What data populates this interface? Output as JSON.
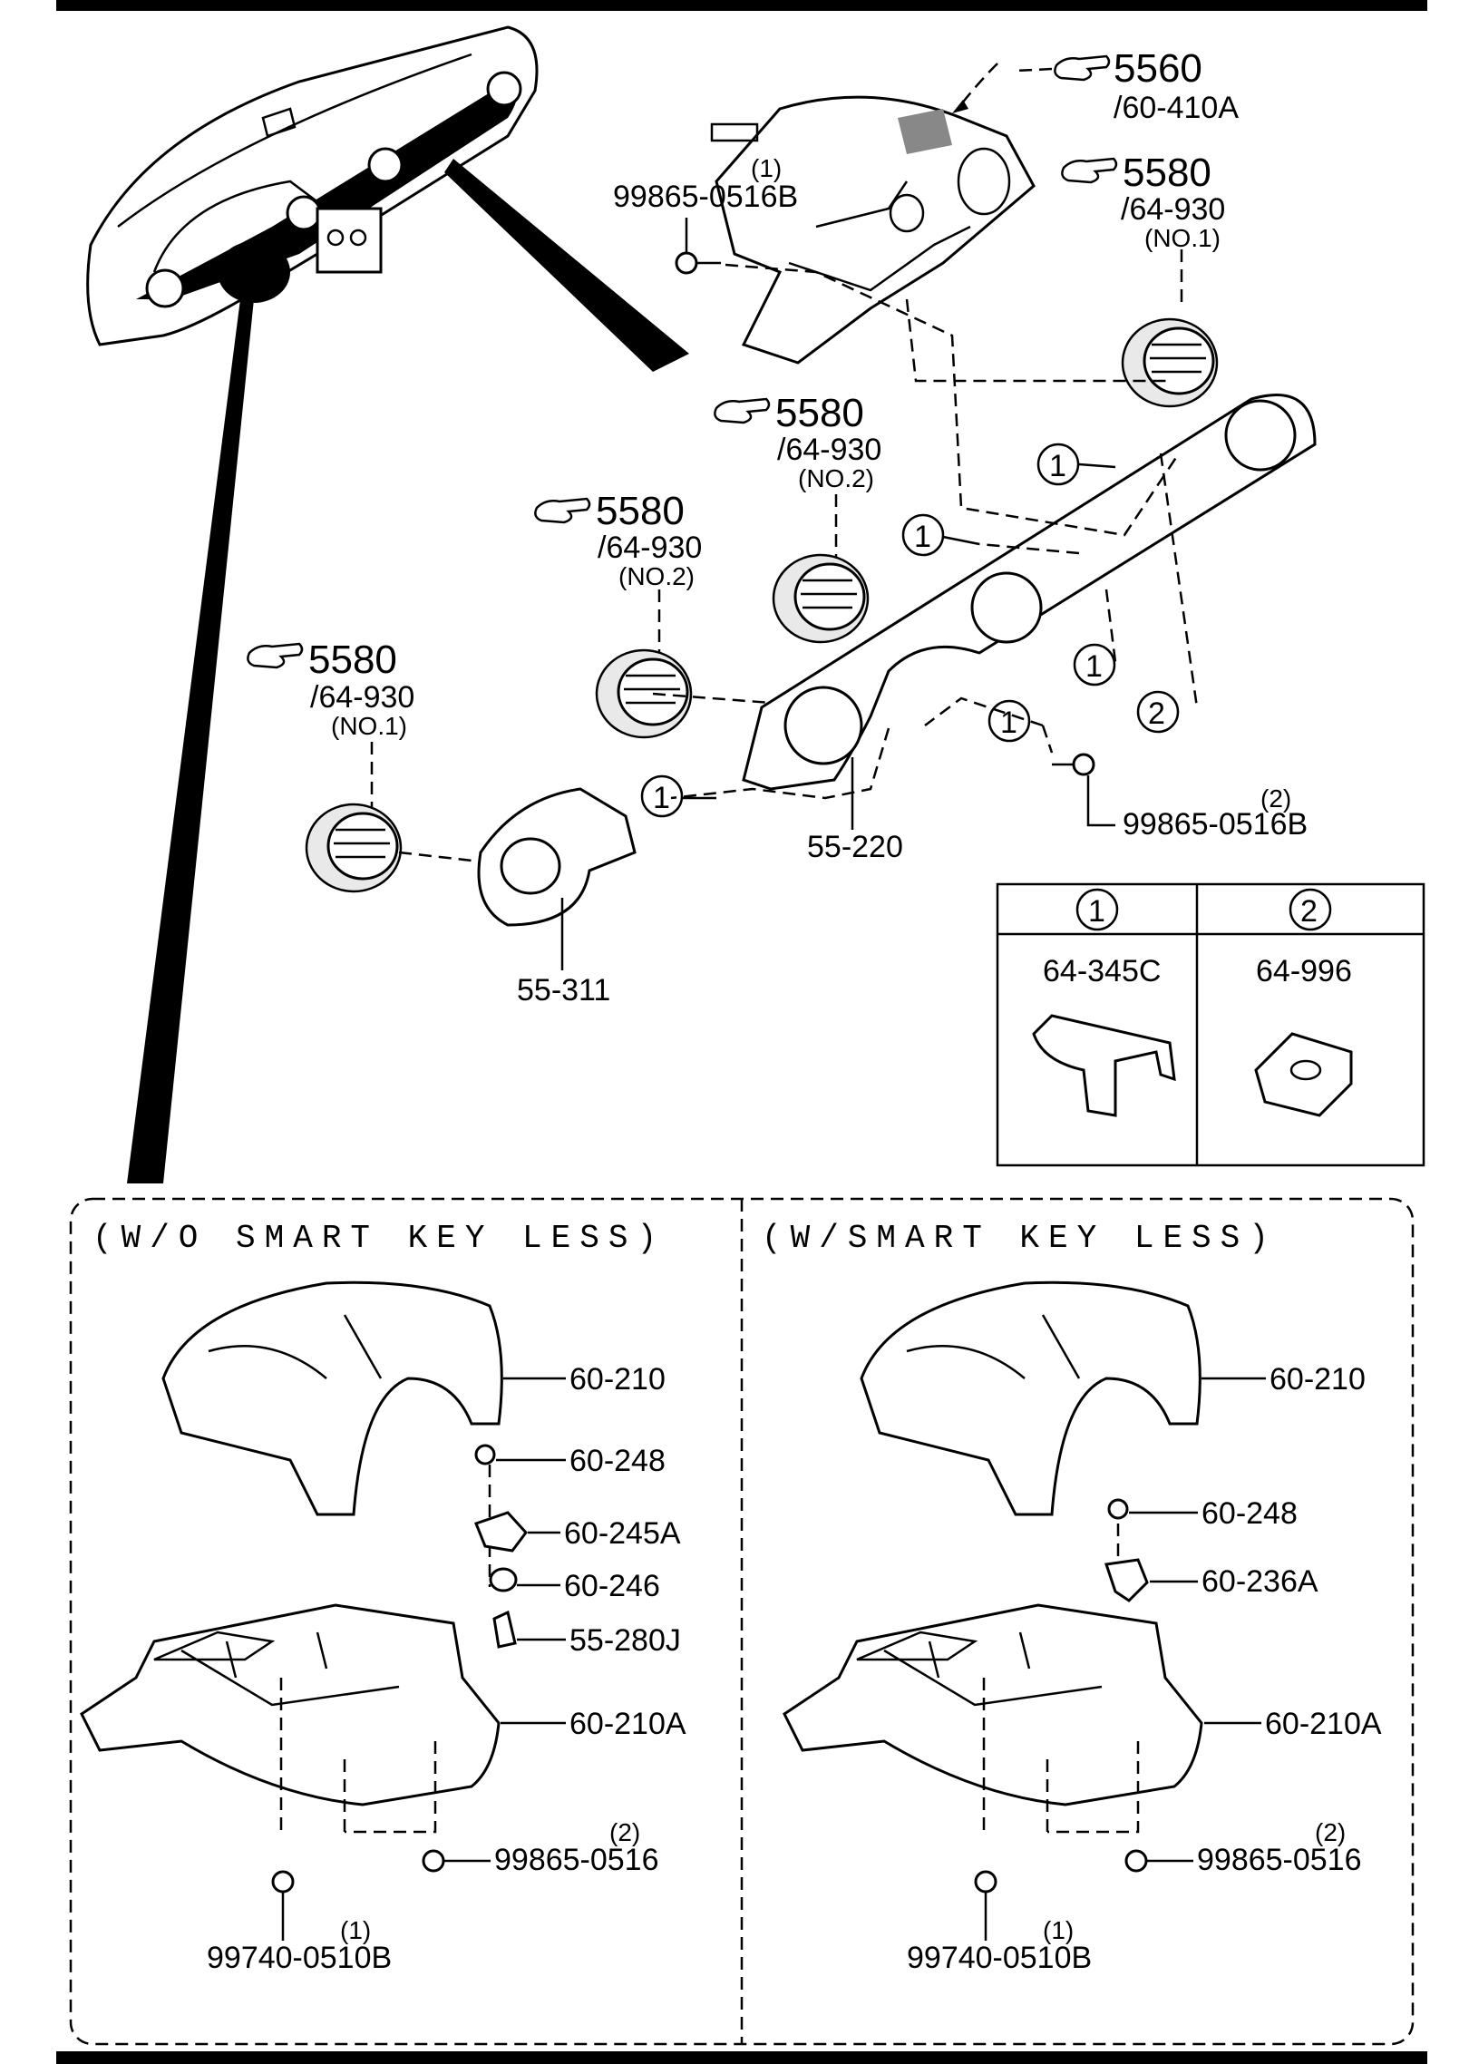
{
  "refs": {
    "ref_5560": "5560",
    "ref_5560_sub": "/60-410A",
    "ref_5580_a": "5580",
    "ref_5580_a_sub": "/64-930",
    "ref_5580_a_no": "(NO.1)",
    "ref_5580_b": "5580",
    "ref_5580_b_sub": "/64-930",
    "ref_5580_b_no": "(NO.2)",
    "ref_5580_c": "5580",
    "ref_5580_c_sub": "/64-930",
    "ref_5580_c_no": "(NO.2)",
    "ref_5580_d": "5580",
    "ref_5580_d_sub": "/64-930",
    "ref_5580_d_no": "(NO.1)"
  },
  "upper_parts": {
    "screw_top_qty": "(1)",
    "screw_top": "99865-0516B",
    "screw_mid_qty": "(2)",
    "screw_mid": "99865-0516B",
    "panel": "55-220",
    "bezel": "55-311",
    "circle_1": "1",
    "circle_2": "2"
  },
  "legend_table": {
    "col1_head": "1",
    "col2_head": "2",
    "col1_part": "64-345C",
    "col2_part": "64-996"
  },
  "wo_smart": {
    "title": "(W/O SMART KEY LESS)",
    "p1": "60-210",
    "p2": "60-248",
    "p3": "60-245A",
    "p4": "60-246",
    "p5": "55-280J",
    "p6": "60-210A",
    "screw_r_qty": "(2)",
    "screw_r": "99865-0516",
    "screw_l_qty": "(1)",
    "screw_l": "99740-0510B"
  },
  "w_smart": {
    "title": "(W/SMART KEY LESS)",
    "p1": "60-210",
    "p2": "60-248",
    "p3": "60-236A",
    "p4": "60-210A",
    "screw_r_qty": "(2)",
    "screw_r": "99865-0516",
    "screw_l_qty": "(1)",
    "screw_l": "99740-0510B"
  }
}
